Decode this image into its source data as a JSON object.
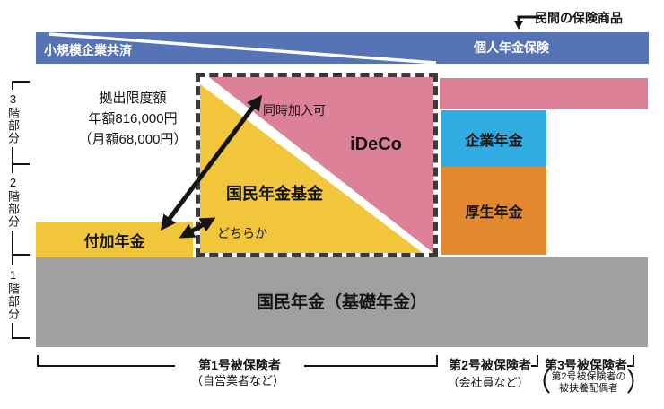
{
  "diagram": {
    "annotation_private": "民間の保険商品",
    "top_bar": {
      "left": "小規模企業共済",
      "right": "個人年金保険"
    },
    "tier_labels": [
      "3階部分",
      "2階部分",
      "1階部分"
    ],
    "contribution_limit": {
      "line1": "拠出限度額",
      "line2": "年額816,000円",
      "line3": "（月額68,000円）"
    },
    "arrow_labels": {
      "simultaneous": "同時加入可",
      "either": "どちらか"
    },
    "blocks": {
      "fuka": "付加年金",
      "kikin": "国民年金基金",
      "ideco": "iDeCo",
      "kigyo": "企業年金",
      "kosei": "厚生年金",
      "kiso": "国民年金（基礎年金）"
    },
    "insured": {
      "g1": {
        "label": "第1号被保険者",
        "sub": "（自営業者など）"
      },
      "g2": {
        "label": "第2号被保険者",
        "sub": "（会社員など）"
      },
      "g3": {
        "label": "第3号被保険者",
        "sub1": "第2号被保険者の",
        "sub2": "被扶養配偶者",
        "paren_open": "（",
        "paren_close": "）"
      }
    },
    "colors": {
      "bar_blue": "#5573B5",
      "pink": "#DC8198",
      "yellow": "#F2C63B",
      "cyan": "#30ACE3",
      "orange": "#E2882E",
      "gray": "#A0A0A0",
      "dash_border": "#3A3A3A"
    }
  }
}
